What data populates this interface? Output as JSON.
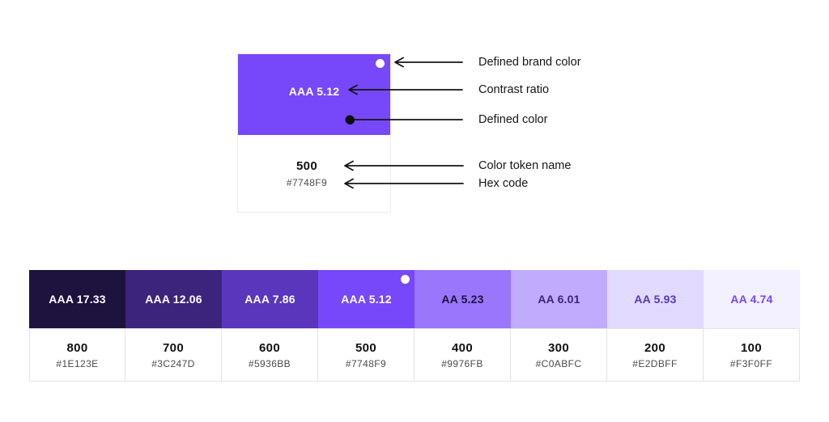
{
  "anatomy": {
    "card": {
      "swatch_color": "#7748F9",
      "swatch_text_color": "#FFFFFF",
      "contrast_label": "AAA 5.12",
      "token_name": "500",
      "hex_code": "#7748F9"
    },
    "markers": {
      "brand_dot_color": "#FFFFFF",
      "defined_dot_color": "#0E0E0E"
    },
    "labels": {
      "brand": "Defined brand color",
      "contrast": "Contrast ratio",
      "defined": "Defined color",
      "token": "Color token name",
      "hex": "Hex code"
    }
  },
  "palette": {
    "swatches": [
      {
        "contrast": "AAA 17.33",
        "token": "800",
        "hex": "#1E123E",
        "color": "#1E123E",
        "text_color": "#FFFFFF"
      },
      {
        "contrast": "AAA 12.06",
        "token": "700",
        "hex": "#3C247D",
        "color": "#3C247D",
        "text_color": "#FFFFFF"
      },
      {
        "contrast": "AAA 7.86",
        "token": "600",
        "hex": "#5936BB",
        "color": "#5936BB",
        "text_color": "#FFFFFF"
      },
      {
        "contrast": "AAA 5.12",
        "token": "500",
        "hex": "#7748F9",
        "color": "#7748F9",
        "text_color": "#FFFFFF",
        "brand_marker": true
      },
      {
        "contrast": "AA 5.23",
        "token": "400",
        "hex": "#9976FB",
        "color": "#9976FB",
        "text_color": "#1E123E"
      },
      {
        "contrast": "AA 6.01",
        "token": "300",
        "hex": "#C0ABFC",
        "color": "#C0ABFC",
        "text_color": "#3C247D"
      },
      {
        "contrast": "AA 5.93",
        "token": "200",
        "hex": "#E2DBFF",
        "color": "#E2DBFF",
        "text_color": "#5936BB"
      },
      {
        "contrast": "AA 4.74",
        "token": "100",
        "hex": "#F3F0FF",
        "color": "#F3F0FF",
        "text_color": "#7748F9"
      }
    ]
  }
}
